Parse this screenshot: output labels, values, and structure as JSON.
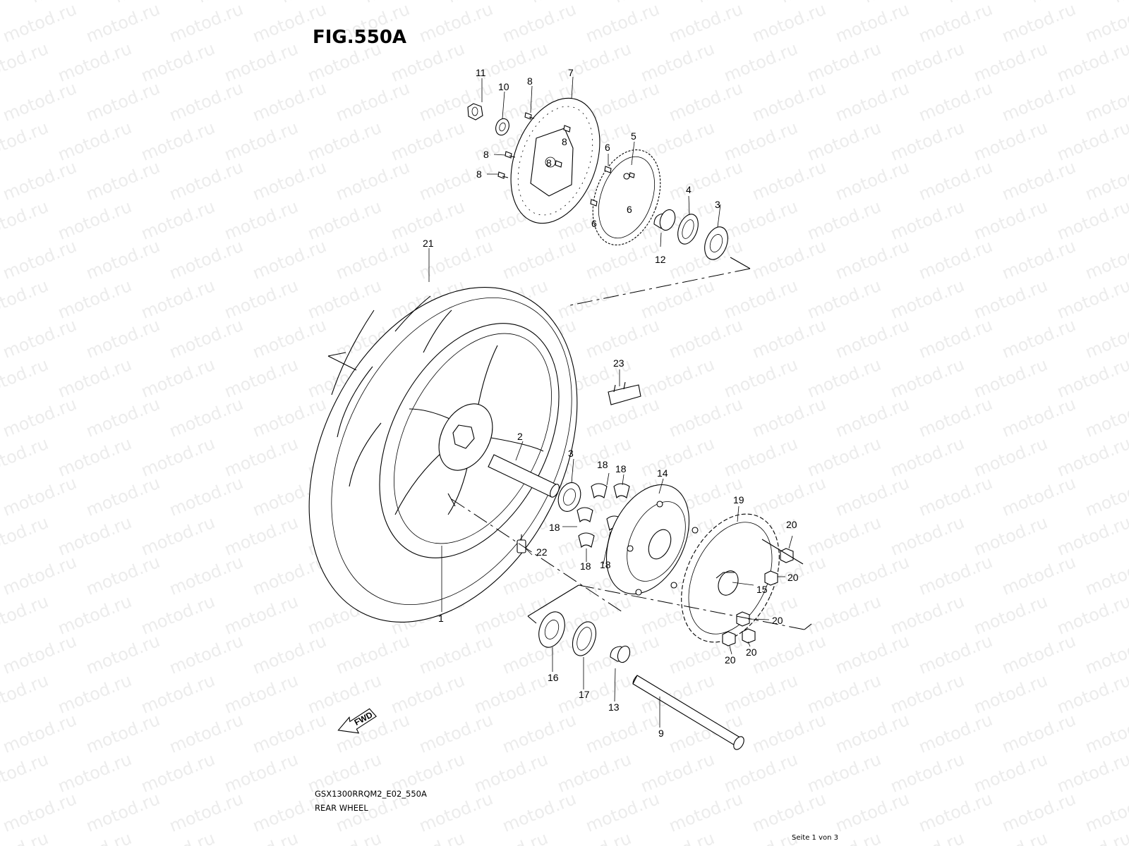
{
  "figure": {
    "title": "FIG.550A",
    "model_code": "GSX1300RRQM2_E02_550A",
    "name": "REAR WHEEL",
    "page_counter": "Seite 1 von 3"
  },
  "watermark": {
    "text": "motod.ru"
  },
  "fwd_marker": {
    "label": "FWD"
  },
  "callouts": [
    {
      "id": "c1",
      "label": "1"
    },
    {
      "id": "c2",
      "label": "2"
    },
    {
      "id": "c3a",
      "label": "3"
    },
    {
      "id": "c3b",
      "label": "3"
    },
    {
      "id": "c4",
      "label": "4"
    },
    {
      "id": "c5",
      "label": "5"
    },
    {
      "id": "c6a",
      "label": "6"
    },
    {
      "id": "c6b",
      "label": "6"
    },
    {
      "id": "c6c",
      "label": "6"
    },
    {
      "id": "c7",
      "label": "7"
    },
    {
      "id": "c8a",
      "label": "8"
    },
    {
      "id": "c8b",
      "label": "8"
    },
    {
      "id": "c8c",
      "label": "8"
    },
    {
      "id": "c8d",
      "label": "8"
    },
    {
      "id": "c8e",
      "label": "8"
    },
    {
      "id": "c9",
      "label": "9"
    },
    {
      "id": "c10",
      "label": "10"
    },
    {
      "id": "c11",
      "label": "11"
    },
    {
      "id": "c12",
      "label": "12"
    },
    {
      "id": "c13",
      "label": "13"
    },
    {
      "id": "c14",
      "label": "14"
    },
    {
      "id": "c15",
      "label": "15"
    },
    {
      "id": "c16",
      "label": "16"
    },
    {
      "id": "c17",
      "label": "17"
    },
    {
      "id": "c18a",
      "label": "18"
    },
    {
      "id": "c18b",
      "label": "18"
    },
    {
      "id": "c18c",
      "label": "18"
    },
    {
      "id": "c18d",
      "label": "18"
    },
    {
      "id": "c18e",
      "label": "18"
    },
    {
      "id": "c19",
      "label": "19"
    },
    {
      "id": "c20a",
      "label": "20"
    },
    {
      "id": "c20b",
      "label": "20"
    },
    {
      "id": "c20c",
      "label": "20"
    },
    {
      "id": "c20d",
      "label": "20"
    },
    {
      "id": "c20e",
      "label": "20"
    },
    {
      "id": "c21",
      "label": "21"
    },
    {
      "id": "c22",
      "label": "22"
    },
    {
      "id": "c23",
      "label": "23"
    }
  ]
}
